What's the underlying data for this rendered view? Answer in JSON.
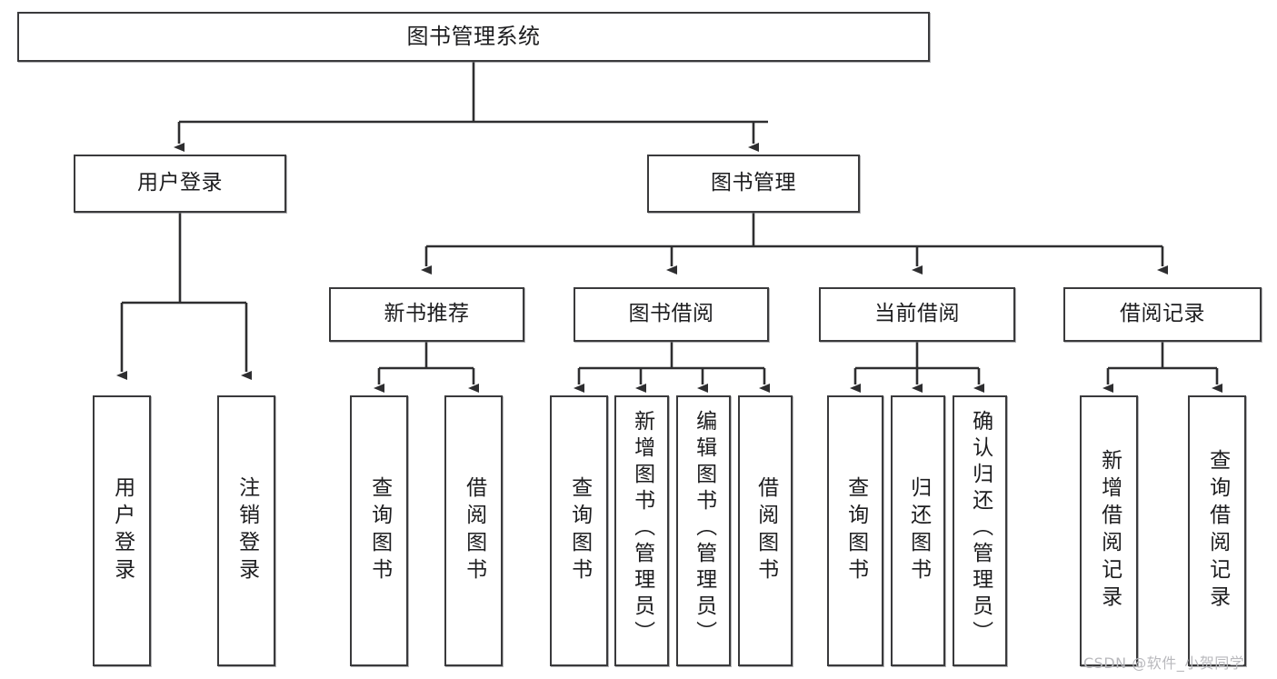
{
  "diagram": {
    "title": "图书管理系统",
    "type": "hierarchy-tree",
    "root": {
      "id": "root",
      "label": "图书管理系统"
    },
    "level2": [
      {
        "id": "user-login",
        "label": "用户登录"
      },
      {
        "id": "book-management",
        "label": "图书管理"
      }
    ],
    "level3": [
      {
        "id": "new-book-recommend",
        "label": "新书推荐",
        "parent": "book-management"
      },
      {
        "id": "book-borrow",
        "label": "图书借阅",
        "parent": "book-management"
      },
      {
        "id": "current-borrow",
        "label": "当前借阅",
        "parent": "book-management"
      },
      {
        "id": "borrow-record",
        "label": "借阅记录",
        "parent": "book-management"
      }
    ],
    "leaves": {
      "user-login": [
        {
          "id": "leaf-user-login",
          "label": "用户登录"
        },
        {
          "id": "leaf-logout-login",
          "label": "注销登录"
        }
      ],
      "new-book-recommend": [
        {
          "id": "leaf-query-book-1",
          "label": "查询图书"
        },
        {
          "id": "leaf-borrow-book-1",
          "label": "借阅图书"
        }
      ],
      "book-borrow": [
        {
          "id": "leaf-query-book-2",
          "label": "查询图书"
        },
        {
          "id": "leaf-add-book-admin",
          "label": "新增图书（管理员）"
        },
        {
          "id": "leaf-edit-book-admin",
          "label": "编辑图书（管理员）"
        },
        {
          "id": "leaf-borrow-book-2",
          "label": "借阅图书"
        }
      ],
      "current-borrow": [
        {
          "id": "leaf-query-book-3",
          "label": "查询图书"
        },
        {
          "id": "leaf-return-book",
          "label": "归还图书"
        },
        {
          "id": "leaf-confirm-return-admin",
          "label": "确认归还（管理员）"
        }
      ],
      "borrow-record": [
        {
          "id": "leaf-add-borrow-record",
          "label": "新增借阅记录"
        },
        {
          "id": "leaf-query-borrow-record",
          "label": "查询借阅记录"
        }
      ]
    }
  },
  "watermark": {
    "text": "CSDN @软件_小贺同学"
  },
  "colors": {
    "border": "#3a3a3c",
    "text": "#1d1d1f",
    "background": "#ffffff",
    "watermark": "#b9b9bd"
  }
}
